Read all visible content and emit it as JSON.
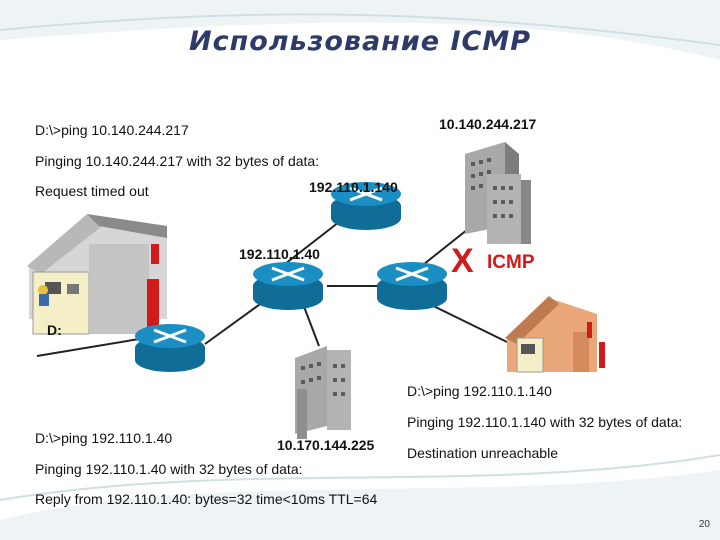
{
  "slide": {
    "title": "Использование ICMP",
    "page_number": "20"
  },
  "diagram": {
    "labels": {
      "server_top_ip": "10.140.244.217",
      "router_top_ip": "192.110.1.140",
      "router_mid_ip": "192.110.1.40",
      "server_bottom_ip": "10.170.144.225",
      "host_left": "D:",
      "icmp_mark": "X",
      "icmp_label": "ICMP"
    }
  },
  "console_left_top": {
    "lines": [
      "D:\\>ping 10.140.244.217",
      "Pinging 10.140.244.217 with 32 bytes of data:",
      "Request timed out"
    ]
  },
  "console_right": {
    "lines": [
      "D:\\>ping 192.110.1.140",
      "Pinging 192.110.1.140 with 32 bytes of data:",
      "Destination unreachable"
    ]
  },
  "console_left_bottom": {
    "lines": [
      "D:\\>ping 192.110.1.40",
      "Pinging 192.110.1.40 with 32 bytes of data:",
      "Reply from 192.110.1.40: bytes=32 time<10ms TTL=64"
    ]
  },
  "colors": {
    "title": "#2e3a67",
    "router": "#1b8fc4",
    "icmp_red": "#d21a1a",
    "link": "#222222"
  }
}
